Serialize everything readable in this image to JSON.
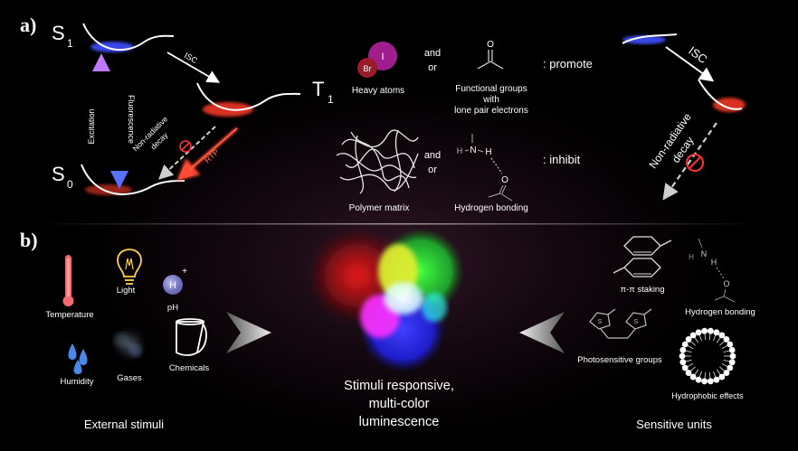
{
  "panel_a": {
    "label": "a)",
    "energy": {
      "s1": "S",
      "s1_sub": "1",
      "t1": "T",
      "t1_sub": "1",
      "s0": "S",
      "s0_sub": "0"
    },
    "arrows": {
      "isc_left": "ISC",
      "excitation": "Excitation",
      "fluorescence": "Fluorescence",
      "non_radiative_left": [
        "Non-radiative",
        "decay"
      ],
      "rtp": "RTP",
      "isc_right": "ISC",
      "non_radiative_right": [
        "Non-radiative",
        "decay"
      ]
    },
    "promote_row": {
      "heavy_atom_labels": [
        "Br",
        "I"
      ],
      "heavy_atoms_caption": "Heavy atoms",
      "connector": [
        "and",
        "or"
      ],
      "carbonyl_atom": "O",
      "functional_caption": [
        "Functional groups",
        "with",
        "lone pair electrons"
      ],
      "effect": ": promote"
    },
    "inhibit_row": {
      "polymer_caption": "Polymer matrix",
      "connector": [
        "and",
        "or"
      ],
      "hbond_atoms": {
        "n": "N",
        "h_left": "H",
        "h": "H",
        "o": "O"
      },
      "hbond_caption": "Hydrogen bonding",
      "effect": ": inhibit"
    },
    "colors": {
      "accent_blue": "#4040e0",
      "accent_red": "#ff3b2a",
      "heavy_iodine": "#a01e8c",
      "heavy_bromine": "#9b1b2a"
    }
  },
  "panel_b": {
    "label": "b)",
    "external_stimuli": {
      "temperature": "Temperature",
      "light": "Light",
      "ph_ion": "H",
      "ph_charge": "+",
      "ph": "pH",
      "humidity": "Humidity",
      "gases": "Gases",
      "chemicals": "Chemicals",
      "caption": "External stimuli"
    },
    "center": {
      "caption": [
        "Stimuli responsive,",
        "multi-color",
        "luminescence"
      ]
    },
    "sensitive_units": {
      "pi_stacking": "π-π staking",
      "hydrogen_bonding": "Hydrogen bonding",
      "photosensitive": "Photosensitive groups",
      "hydrophobic": "Hydrophobic effects",
      "hbond_atoms": {
        "n": "N",
        "h_left": "H",
        "h": "H",
        "o": "O"
      },
      "caption": "Sensitive units"
    },
    "colors": {
      "red": "#ff2020",
      "green": "#20e040",
      "blue": "#2030ff",
      "yellow": "#f0e020",
      "magenta": "#ff20ff"
    }
  }
}
